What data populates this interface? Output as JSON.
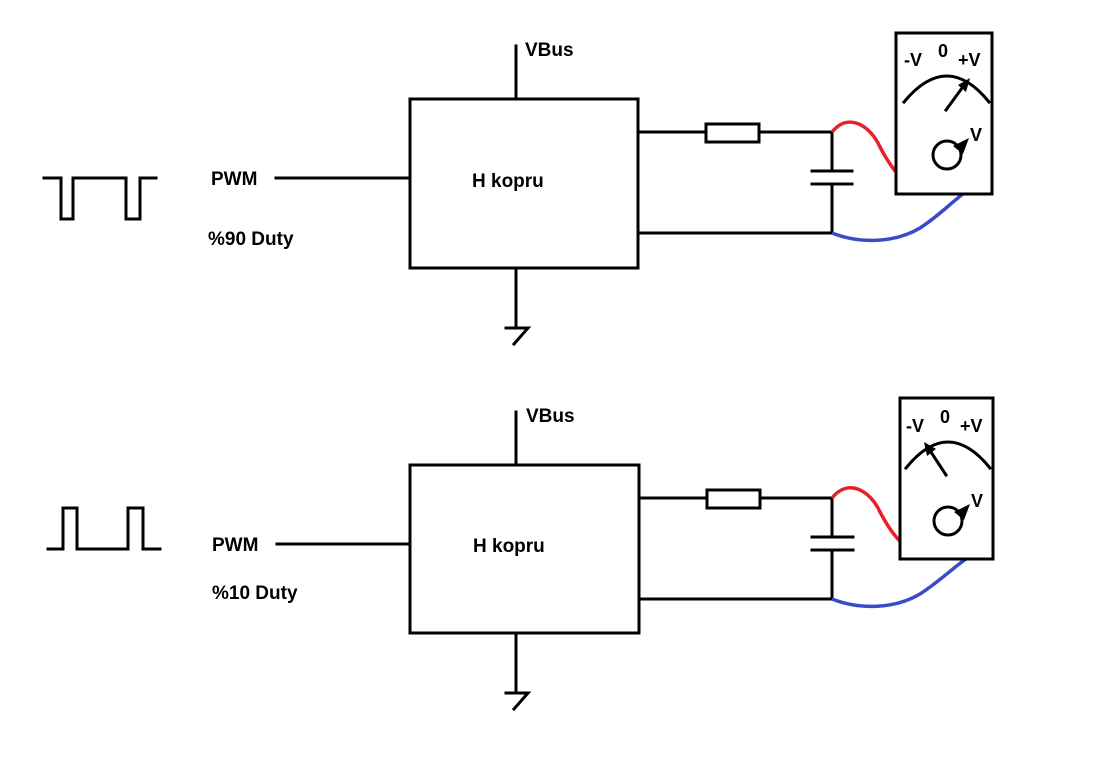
{
  "circuits": [
    {
      "supply_label": "VBus",
      "input_label": "PWM",
      "duty_label": "%90 Duty",
      "block_label": "H kopru",
      "meter": {
        "minus_label": "-V",
        "zero_label": "0",
        "plus_label": "+V",
        "unit_label": "V",
        "needle": "positive"
      }
    },
    {
      "supply_label": "VBus",
      "input_label": "PWM",
      "duty_label": "%10 Duty",
      "block_label": "H kopru",
      "meter": {
        "minus_label": "-V",
        "zero_label": "0",
        "plus_label": "+V",
        "unit_label": "V",
        "needle": "negative"
      }
    }
  ],
  "colors": {
    "positive_probe": "#e8202a",
    "negative_probe": "#3a4bc8"
  }
}
